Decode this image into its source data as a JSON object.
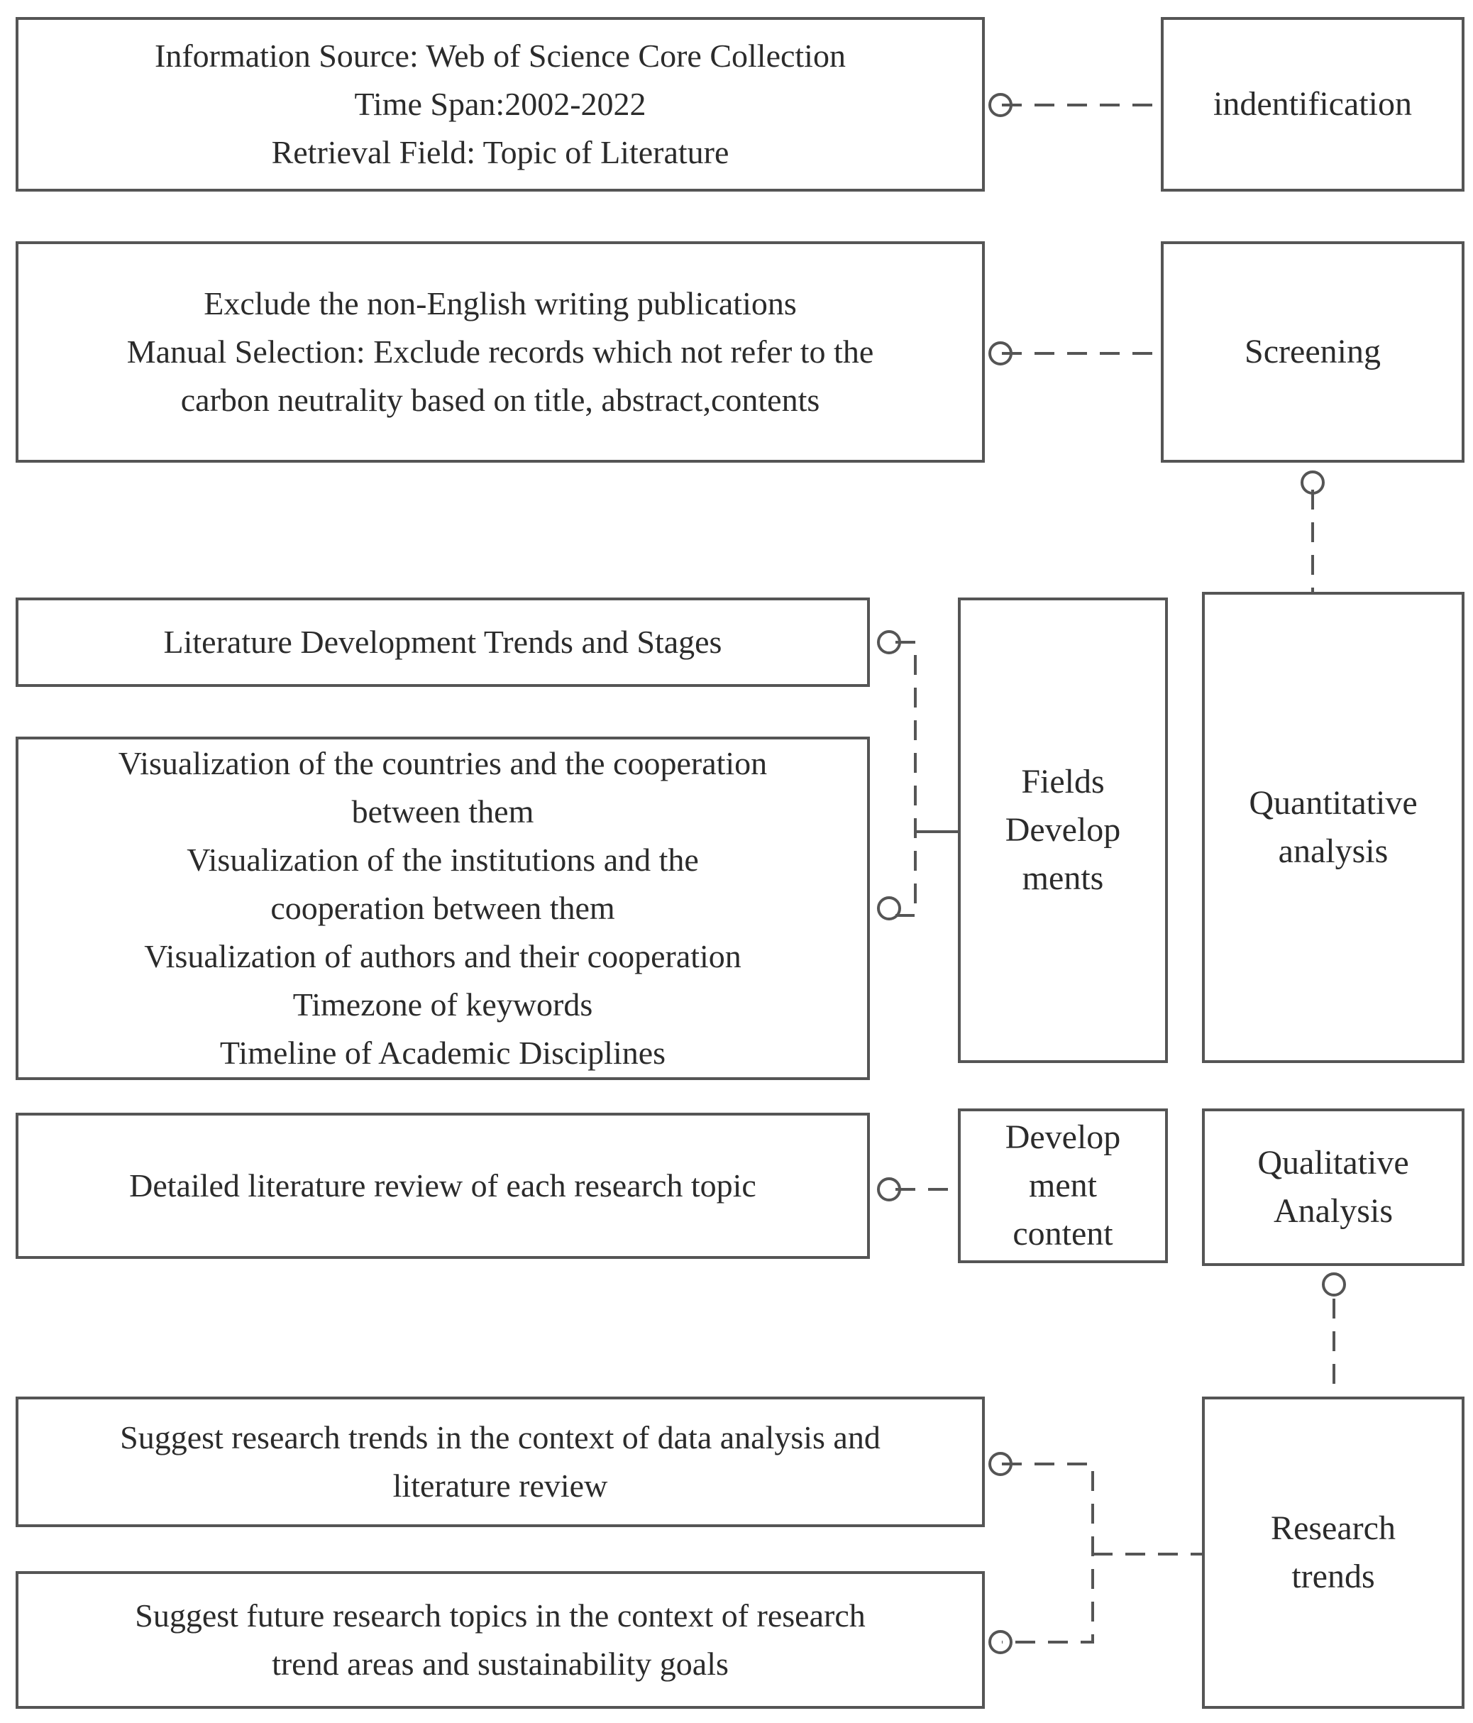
{
  "identification": {
    "content_lines": [
      "Information Source: Web of Science Core Collection",
      "Time Span:2002-2022",
      "Retrieval Field: Topic of Literature"
    ],
    "stage_label": "indentification"
  },
  "screening": {
    "content_lines": [
      "Exclude the non-English writing publications",
      "Manual Selection: Exclude records which not refer to the",
      "carbon neutrality  based on title, abstract,contents"
    ],
    "stage_label": "Screening"
  },
  "quantitative": {
    "stage_lines": [
      "Quantitative",
      "analysis"
    ],
    "fields_lines": [
      "Fields",
      "Develop",
      "ments"
    ],
    "trends_line": "Literature Development Trends and Stages",
    "visualization_lines": [
      "Visualization of the countries and the cooperation",
      "between them",
      "Visualization of the institutions and the",
      "cooperation between them",
      "Visualization of authors and their cooperation",
      "Timezone of keywords",
      "Timeline of Academic Disciplines"
    ]
  },
  "qualitative": {
    "stage_lines": [
      "Qualitative",
      "Analysis"
    ],
    "development_lines": [
      "Develop",
      "ment",
      "content"
    ],
    "review_line": "Detailed literature review of each research topic"
  },
  "research_trends": {
    "stage_lines": [
      "Research",
      "trends"
    ],
    "suggest_trends_lines": [
      "Suggest research trends in the context of data analysis and",
      "literature review"
    ],
    "suggest_topics_lines": [
      "Suggest future research topics in the context of research",
      "trend areas and sustainability goals"
    ]
  },
  "style": {
    "border_color": "#555555",
    "text_color": "#2b2b2b",
    "connector_color": "#555555"
  }
}
